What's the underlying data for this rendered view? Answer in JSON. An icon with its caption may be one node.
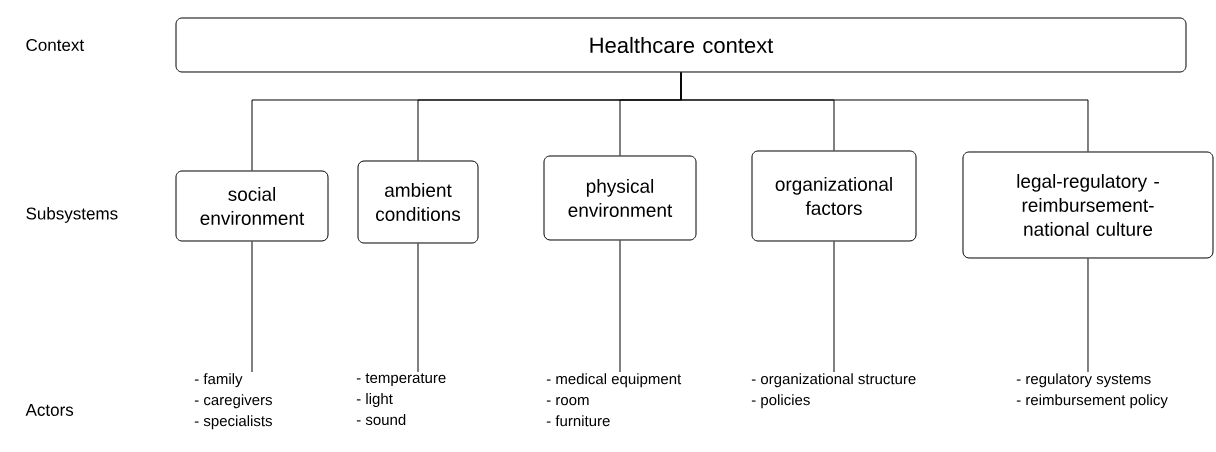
{
  "diagram": {
    "nodes": [
      {
        "text": [
          "Healthcare context"
        ]
      },
      {
        "text": [
          "social environment"
        ]
      },
      {
        "text": [
          "ambient conditions"
        ]
      },
      {
        "text": [
          "physical environment"
        ]
      },
      {
        "text": [
          "organizational factors"
        ]
      },
      {
        "text": [
          "legal-regulatory -reimbursement-national culture"
        ]
      },
      {
        "text": [
          "- family",
          "- caregivers",
          "- specialists"
        ]
      },
      {
        "text": [
          "- temperature",
          "- light",
          "- sound"
        ]
      },
      {
        "text": [
          "- medical equipment",
          "- room",
          "- furniture"
        ]
      },
      {
        "text": [
          "- organizational structure",
          "- policies"
        ]
      },
      {
        "text": [
          "- regulatory systems",
          "- reimbursement policy"
        ]
      }
    ],
    "edges": [
      {
        "from": 0,
        "to": 1,
        "arrow": "none"
      },
      {
        "from": 0,
        "to": 2,
        "arrow": "none"
      },
      {
        "from": 0,
        "to": 3,
        "arrow": "none"
      },
      {
        "from": 0,
        "to": 4,
        "arrow": "none"
      },
      {
        "from": 0,
        "to": 5,
        "arrow": "none"
      },
      {
        "from": 1,
        "to": 6,
        "arrow": "none"
      },
      {
        "from": 2,
        "to": 7,
        "arrow": "none"
      },
      {
        "from": 3,
        "to": 8,
        "arrow": "none"
      },
      {
        "from": 4,
        "to": 9,
        "arrow": "none"
      },
      {
        "from": 5,
        "to": 10,
        "arrow": "none"
      }
    ],
    "labels": [
      "Context",
      "Subsystems",
      "Actors"
    ]
  }
}
